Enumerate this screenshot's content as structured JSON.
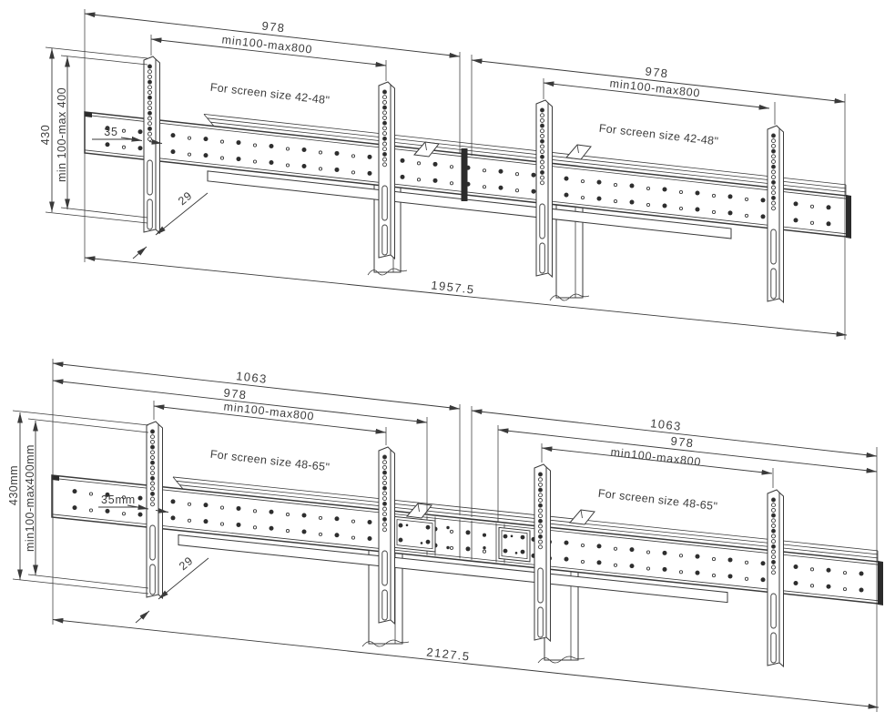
{
  "colors": {
    "line": "#3a3a3a",
    "text": "#3d3d3d",
    "background": "#ffffff"
  },
  "top_drawing": {
    "screen_note_left": "For screen size 42-48\"",
    "screen_note_right": "For screen size 42-48\"",
    "half_width_left": "978",
    "half_width_right": "978",
    "vesa_width_range_left": "min100-max800",
    "vesa_width_range_right": "min100-max800",
    "bracket_height": "430",
    "vesa_height_range": "min 100-max 400",
    "rail_offset": "35",
    "bracket_depth": "29",
    "total_width": "1957.5"
  },
  "bottom_drawing": {
    "screen_note_left": "For screen size 48-65\"",
    "screen_note_right": "For screen size 48-65\"",
    "extended_half_width_left": "1063",
    "extended_half_width_right": "1063",
    "half_width_left": "978",
    "half_width_right": "978",
    "vesa_width_range_left": "min100-max800",
    "vesa_width_range_right": "min100-max800",
    "bracket_height": "430mm",
    "vesa_height_range": "min100-max400mm",
    "rail_offset": "35mm",
    "bracket_depth": "29",
    "total_width": "2127.5"
  }
}
